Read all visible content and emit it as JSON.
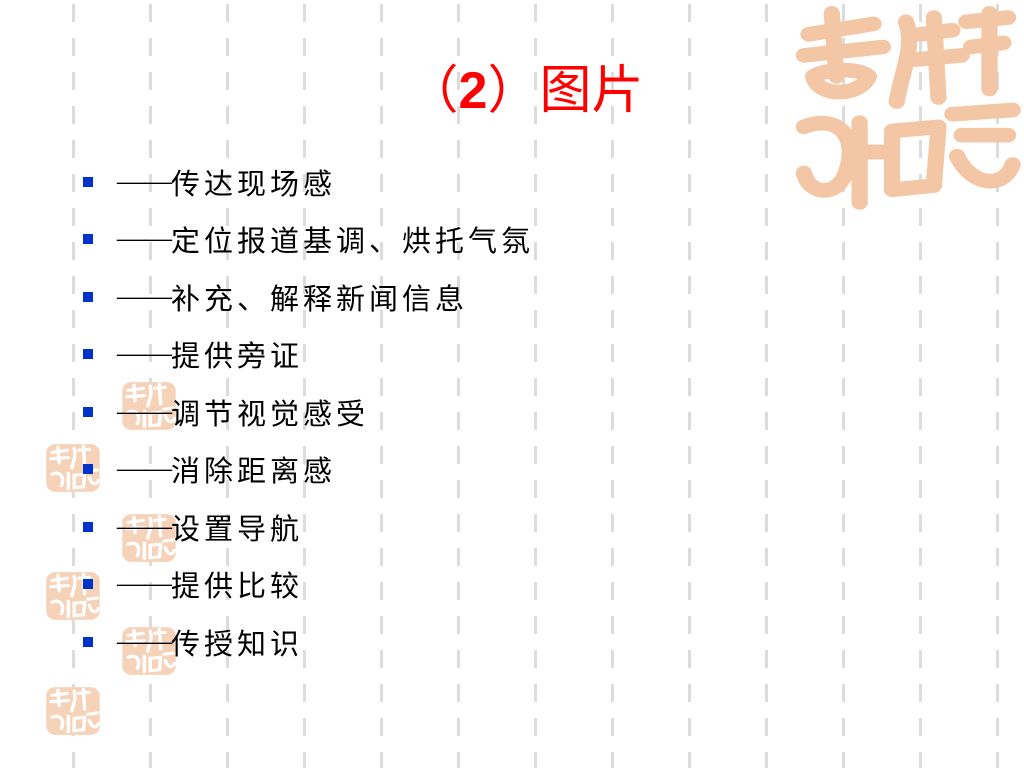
{
  "slide": {
    "title_open": "（",
    "title_number": "2",
    "title_close": "）图片",
    "colors": {
      "title": "#ff0000",
      "bullet_marker": "#0033cc",
      "text": "#000000",
      "seal": "#f3c7a6",
      "background_dashes": "#dcdcdc"
    },
    "bullets": [
      {
        "dash": "——",
        "text": "传达现场感"
      },
      {
        "dash": "——",
        "text": "定位报道基调、烘托气氛"
      },
      {
        "dash": "——",
        "text": "补充、解释新闻信息"
      },
      {
        "dash": "——",
        "text": "提供旁证"
      },
      {
        "dash": "——",
        "text": "调节视觉感受"
      },
      {
        "dash": "——",
        "text": "消除距离感"
      },
      {
        "dash": "——",
        "text": "设置导航"
      },
      {
        "dash": "——",
        "text": "提供比较"
      },
      {
        "dash": "——",
        "text": "传授知识"
      }
    ],
    "decorations": {
      "seal_icon": "calligraphy-seal-icon",
      "bullet_icon": "square-bullet-icon"
    }
  }
}
